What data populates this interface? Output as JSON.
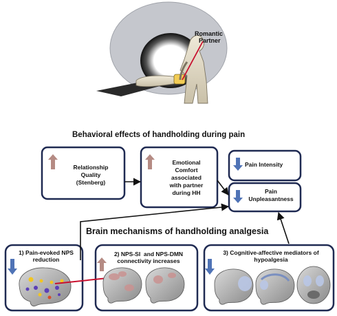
{
  "scanner_illustration": {
    "callout": [
      "Romantic",
      "Partner"
    ]
  },
  "behavioral": {
    "title": "Behavioral effects of handholding during pain",
    "boxes": [
      {
        "text": [
          "Relationship",
          "Quality",
          "(Stenberg)"
        ],
        "arrow": "up"
      },
      {
        "text": [
          "Emotional",
          "Comfort",
          "associated",
          "with partner",
          "during HH"
        ],
        "arrow": "up"
      },
      {
        "text": [
          "Pain Intensity"
        ],
        "arrow": "down"
      },
      {
        "text": [
          "Pain",
          "Unpleasantness"
        ],
        "arrow": "down"
      }
    ]
  },
  "brain": {
    "title": "Brain mechanisms of handholding analgesia",
    "panels": [
      {
        "label": [
          "1) Pain-evoked NPS",
          "reduction"
        ],
        "arrow": "down"
      },
      {
        "label": [
          "2) NPS-SI  and NPS-DMN",
          "connectivity increases"
        ],
        "arrow": "up"
      },
      {
        "label": [
          "3) Cognitive-affective mediators of",
          "hypoalgesia"
        ],
        "arrow": "down"
      }
    ]
  },
  "colors": {
    "box_border": "#1f2a52",
    "arrow_up": "#b58b84",
    "arrow_down": "#4f73b6",
    "connector": "#111111",
    "scanner_ring": "#c5c7cd",
    "red_line": "#c8102e"
  }
}
